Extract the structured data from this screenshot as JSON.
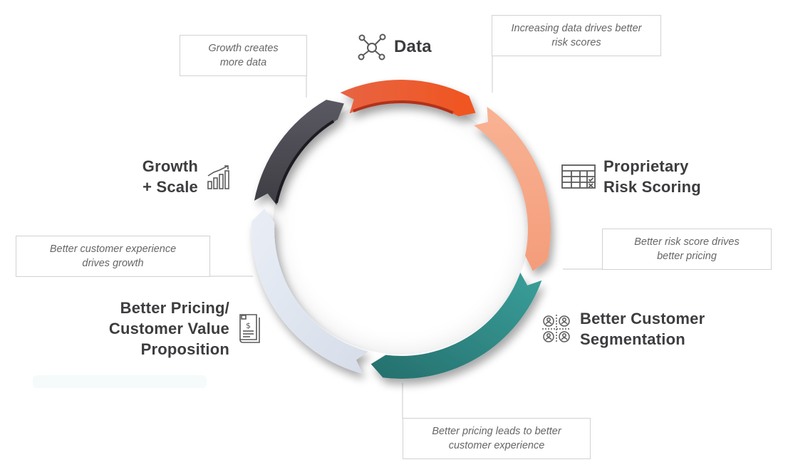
{
  "stages": {
    "data": {
      "label": "Data",
      "icon": "network-nodes-icon",
      "color": "#f05a28"
    },
    "risk": {
      "label_line1": "Proprietary",
      "label_line2": "Risk Scoring",
      "icon": "scoring-table-icon",
      "color": "#f6a584"
    },
    "segmentation": {
      "label_line1": "Better Customer",
      "label_line2": "Segmentation",
      "icon": "customer-segments-icon",
      "color": "#2e8986"
    },
    "pricing": {
      "label_line1": "Better Pricing/",
      "label_line2": "Customer Value",
      "label_line3": "Proposition",
      "icon": "pricing-document-icon",
      "color": "#dfe6f1"
    },
    "growth": {
      "label_line1": "Growth",
      "label_line2": "+ Scale",
      "icon": "growth-chart-icon",
      "color": "#4b4a52"
    }
  },
  "notes": {
    "growth_to_data": {
      "line1": "Growth creates",
      "line2": "more data"
    },
    "data_to_risk": {
      "line1": "Increasing data drives better",
      "line2": "risk scores"
    },
    "risk_to_segmentation": {
      "line1": "Better risk score drives",
      "line2": "better pricing"
    },
    "segmentation_to_pricing": {
      "line1": "Better pricing leads to better",
      "line2": "customer experience"
    },
    "pricing_to_growth": {
      "line1": "Better customer experience",
      "line2": "drives growth"
    }
  },
  "colors": {
    "label_text": "#3d3d40",
    "note_text": "#666666",
    "note_border": "#d2d2d2",
    "icon_stroke": "#5a5a5a"
  }
}
